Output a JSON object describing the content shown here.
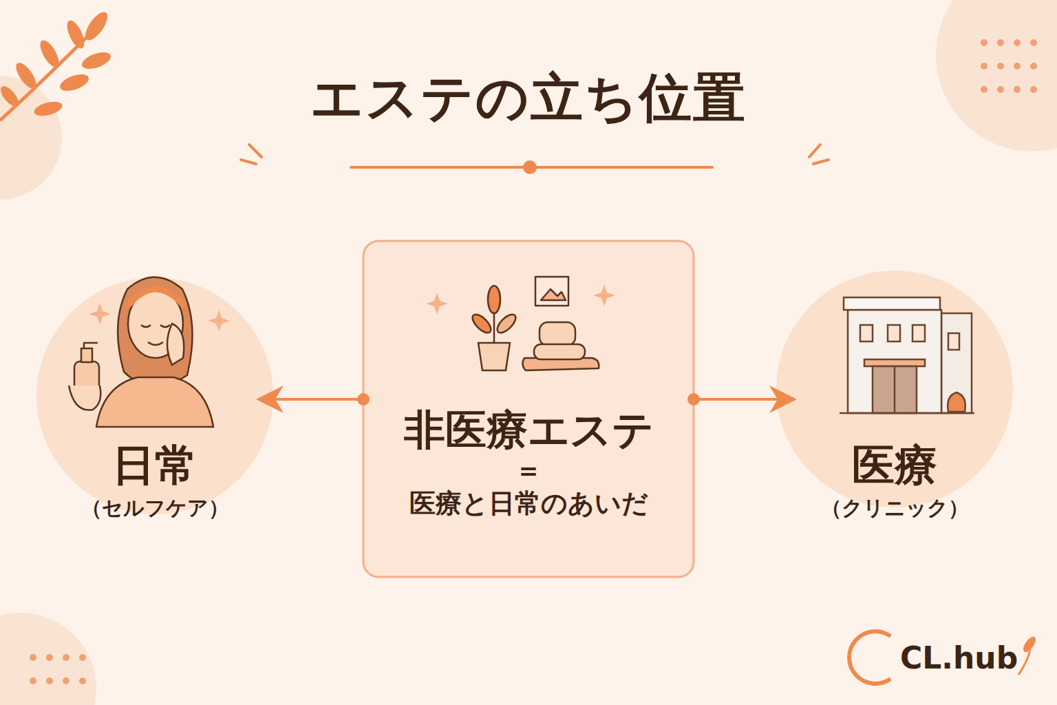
{
  "diagram": {
    "title": "エステの立ち位置",
    "nodes": [
      {
        "text": [
          "日常",
          "（セルフケア）"
        ]
      },
      {
        "text": [
          "非医療エステ",
          "=",
          "医療と日常のあいだ"
        ]
      },
      {
        "text": [
          "医療",
          "（クリニック）"
        ]
      }
    ],
    "edges": [
      {
        "from": 1,
        "to": 0,
        "arrow": "to"
      },
      {
        "from": 1,
        "to": 2,
        "arrow": "to"
      }
    ],
    "labels": [
      "CL.hub"
    ]
  }
}
